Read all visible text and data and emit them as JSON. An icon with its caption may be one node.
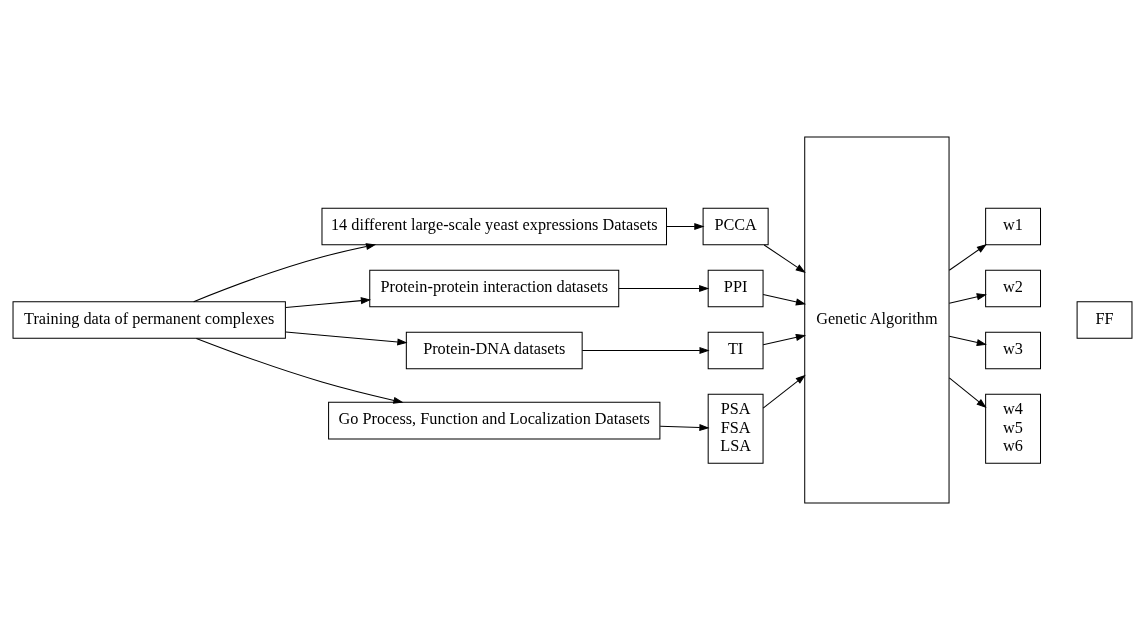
{
  "diagram": {
    "nodes": [
      {
        "text": [
          "Training data of permanent complexes"
        ]
      },
      {
        "text": [
          "14 different large-scale yeast expressions Datasets"
        ]
      },
      {
        "text": [
          "Protein-protein interaction datasets"
        ]
      },
      {
        "text": [
          "Protein-DNA datasets"
        ]
      },
      {
        "text": [
          "Go Process, Function and Localization Datasets"
        ]
      },
      {
        "text": [
          "PCCA"
        ]
      },
      {
        "text": [
          "PPI"
        ]
      },
      {
        "text": [
          "TI"
        ]
      },
      {
        "text": [
          "PSA",
          "FSA",
          "LSA"
        ]
      },
      {
        "text": [
          "Genetic Algorithm"
        ]
      },
      {
        "text": [
          "w1"
        ]
      },
      {
        "text": [
          "w2"
        ]
      },
      {
        "text": [
          "w3"
        ]
      },
      {
        "text": [
          "w4",
          "w5",
          "w6"
        ]
      },
      {
        "text": [
          "FF"
        ]
      }
    ],
    "edges": [
      {
        "from": 0,
        "to": 1,
        "arrow": "to"
      },
      {
        "from": 0,
        "to": 2,
        "arrow": "to"
      },
      {
        "from": 0,
        "to": 3,
        "arrow": "to"
      },
      {
        "from": 0,
        "to": 4,
        "arrow": "to"
      },
      {
        "from": 1,
        "to": 5,
        "arrow": "to"
      },
      {
        "from": 2,
        "to": 6,
        "arrow": "to"
      },
      {
        "from": 3,
        "to": 7,
        "arrow": "to"
      },
      {
        "from": 4,
        "to": 8,
        "arrow": "to"
      },
      {
        "from": 5,
        "to": 9,
        "arrow": "to"
      },
      {
        "from": 6,
        "to": 9,
        "arrow": "to"
      },
      {
        "from": 7,
        "to": 9,
        "arrow": "to"
      },
      {
        "from": 8,
        "to": 9,
        "arrow": "to"
      },
      {
        "from": 9,
        "to": 10,
        "arrow": "to"
      },
      {
        "from": 9,
        "to": 11,
        "arrow": "to"
      },
      {
        "from": 9,
        "to": 12,
        "arrow": "to"
      },
      {
        "from": 9,
        "to": 13,
        "arrow": "to"
      }
    ]
  }
}
